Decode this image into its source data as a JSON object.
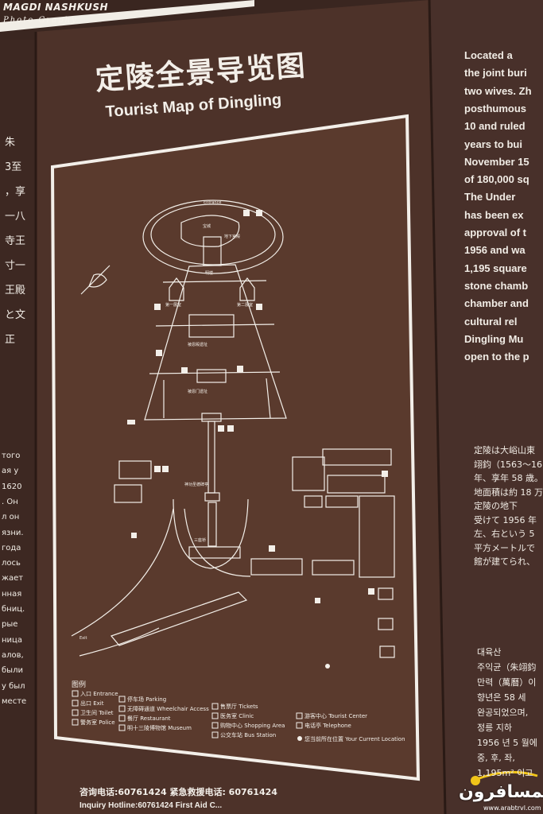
{
  "watermark": {
    "line1": "MAGDI NASHKUSH",
    "line2": "Photo Graphy"
  },
  "sign": {
    "title_cn": "定陵全景导览图",
    "title_en": "Tourist Map of Dingling"
  },
  "right_column_en": [
    "Located a",
    "the joint buri",
    "two wives. Zh",
    "posthumous",
    "10 and ruled",
    "years to bui",
    "November 15",
    "of 180,000 sq",
    "The Under",
    "has been ex",
    "approval of t",
    "1956 and wa",
    "1,195 square",
    "stone chamb",
    "chamber and",
    "cultural rel",
    "Dingling Mu",
    "open to the p"
  ],
  "right_column_jp": [
    "定陵は大峪山東",
    "翊鈞（1563〜16",
    "年、享年 58 歳。",
    "地面積は約 18 万",
    "定陵の地下",
    "受けて 1956 年",
    "左、右という 5",
    "平方メートルで",
    "館が建てられ、"
  ],
  "right_column_ko": [
    "대육산",
    "주익균（朱翊鈞",
    "만력（萬曆）이",
    "향년은 58 세",
    "완공되었으며,",
    "정릉 지하",
    "1956 년 5 월에",
    "중, 후, 좌,",
    "1,195m² 이고"
  ],
  "left_column_cn": [
    "朱",
    "3至",
    "，享",
    "一八",
    "寺王",
    "寸一",
    "王殿",
    "と文",
    "正"
  ],
  "left_column_ru": [
    "того",
    "ая у",
    "1620",
    ". Он",
    "л он",
    "язни.",
    "года",
    "лось",
    "жает",
    "нная",
    "бниц.",
    "рые",
    "ница",
    "алов,",
    "были",
    "у был",
    "месте"
  ],
  "map_labels": {
    "treasure_city": "宝城",
    "soul_tower": "明楼",
    "underground_palace": "地下宫殿",
    "exhibition_1": "第一展室",
    "exhibition_2": "第二展室",
    "lingen_hall": "祾恩殿遗址",
    "lingen_gate": "祾恩门遗址",
    "stele_pavilion": "神功圣德碑亭",
    "three_bridges": "三座桥",
    "entrance_en": "Entrance",
    "exit_en": "Exit"
  },
  "legend": {
    "heading": "图例",
    "items": [
      "入口 Entrance",
      "出口 Exit",
      "卫生间 Toilet",
      "警务室 Police",
      "停车场 Parking",
      "无障碍通道 Wheelchair Access",
      "餐厅 Restaurant",
      "明十三陵博物馆 Museum",
      "售票厅 Tickets",
      "医务室 Clinic",
      "购物中心 Shopping Area",
      "公交车站 Bus Station",
      "游客中心 Tourist Center",
      "电话亭 Telephone",
      "您当前所在位置 Your Current Location"
    ]
  },
  "hotline": {
    "cn": "咨询电话:60761424   紧急救援电话: 60761424",
    "en": "Inquiry Hotline:60761424   First Aid C..."
  },
  "logo": {
    "text": "المسافرون",
    "url": "www.arabtrvl.com"
  },
  "colors": {
    "board": "#4a3128",
    "board_dark": "#3a2620",
    "map_panel": "#5a3a2d",
    "text": "#f3efe9",
    "sky": "#f4f2ee"
  }
}
